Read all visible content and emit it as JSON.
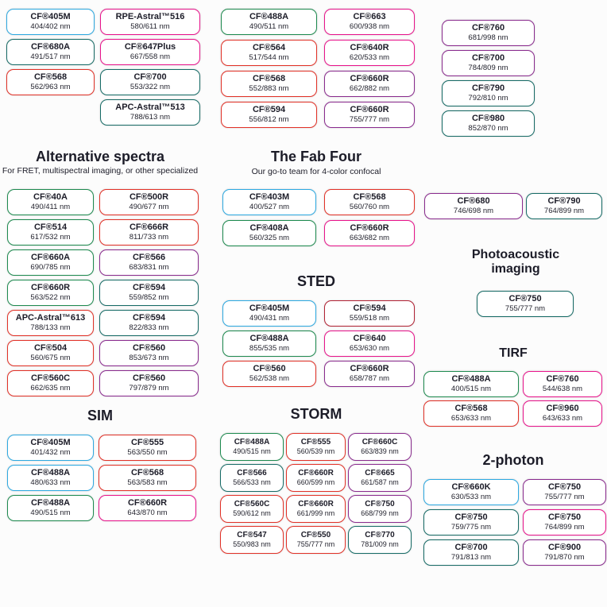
{
  "colors": {
    "blue": "#2da9e1",
    "green": "#1d8a4f",
    "teal": "#166b66",
    "red": "#e23127",
    "darkred": "#b22335",
    "magenta": "#e8138b",
    "purple": "#8a2b8e"
  },
  "top_left": {
    "col1": [
      {
        "name": "CF®405M",
        "value": "404/402 nm",
        "color": "blue"
      },
      {
        "name": "CF®680A",
        "value": "491/517 nm",
        "color": "teal"
      },
      {
        "name": "CF®568",
        "value": "562/963 nm",
        "color": "red"
      }
    ],
    "col2": [
      {
        "name": "RPE-Astral™516",
        "value": "580/611 nm",
        "color": "magenta"
      },
      {
        "name": "CF®647Plus",
        "value": "667/558 nm",
        "color": "magenta"
      },
      {
        "name": "CF®700",
        "value": "553/322 nm",
        "color": "teal"
      },
      {
        "name": "APC-Astral™513",
        "value": "788/613 nm",
        "color": "teal"
      }
    ]
  },
  "top_middle": {
    "col1": [
      {
        "name": "CF®488A",
        "value": "490/511 nm",
        "color": "green"
      },
      {
        "name": "CF®564",
        "value": "517/544 nm",
        "color": "red"
      },
      {
        "name": "CF®568",
        "value": "552/883 nm",
        "color": "red"
      },
      {
        "name": "CF®594",
        "value": "556/812 nm",
        "color": "red"
      }
    ],
    "col2": [
      {
        "name": "CF®663",
        "value": "600/938 nm",
        "color": "magenta"
      },
      {
        "name": "CF®640R",
        "value": "620/533 nm",
        "color": "magenta"
      },
      {
        "name": "CF®660R",
        "value": "662/882 nm",
        "color": "purple"
      },
      {
        "name": "CF®660R",
        "value": "755/777 nm",
        "color": "purple"
      }
    ]
  },
  "top_right": {
    "col": [
      {
        "name": "CF®760",
        "value": "681/998 nm",
        "color": "purple"
      },
      {
        "name": "CF®700",
        "value": "784/809 nm",
        "color": "purple"
      },
      {
        "name": "CF®790",
        "value": "792/810 nm",
        "color": "teal"
      },
      {
        "name": "CF®980",
        "value": "852/870 nm",
        "color": "teal"
      }
    ]
  },
  "alternative_spectra": {
    "title": "Alternative spectra",
    "subtitle": "For FRET, multispectral imaging, or other specialized",
    "col1": [
      {
        "name": "CF®40A",
        "value": "490/411 nm",
        "color": "green"
      },
      {
        "name": "CF®514",
        "value": "617/532 nm",
        "color": "green"
      },
      {
        "name": "CF®660A",
        "value": "690/785 nm",
        "color": "green"
      },
      {
        "name": "CF®660R",
        "value": "563/522 nm",
        "color": "green"
      },
      {
        "name": "APC-Astral™613",
        "value": "788/133 nm",
        "color": "red"
      },
      {
        "name": "CF®504",
        "value": "560/675 nm",
        "color": "red"
      },
      {
        "name": "CF®560C",
        "value": "662/635 nm",
        "color": "red"
      }
    ],
    "col2": [
      {
        "name": "CF®500R",
        "value": "490/677 nm",
        "color": "red"
      },
      {
        "name": "CF®666R",
        "value": "811/733 nm",
        "color": "red"
      },
      {
        "name": "CF®566",
        "value": "683/831 nm",
        "color": "purple"
      },
      {
        "name": "CF®594",
        "value": "559/852 nm",
        "color": "teal"
      },
      {
        "name": "CF®594",
        "value": "822/833 nm",
        "color": "teal"
      },
      {
        "name": "CF®560",
        "value": "853/673 nm",
        "color": "purple"
      },
      {
        "name": "CF®560",
        "value": "797/879 nm",
        "color": "purple"
      }
    ]
  },
  "fab_four": {
    "title": "The Fab Four",
    "subtitle": "Our go-to team for 4-color confocal",
    "col1": [
      {
        "name": "CF®403M",
        "value": "400/527 nm",
        "color": "blue"
      },
      {
        "name": "CF®408A",
        "value": "560/325 nm",
        "color": "green"
      }
    ],
    "col2": [
      {
        "name": "CF®568",
        "value": "560/760 nm",
        "color": "red"
      },
      {
        "name": "CF®660R",
        "value": "663/682 nm",
        "color": "magenta"
      }
    ]
  },
  "sted": {
    "title": "STED",
    "col1": [
      {
        "name": "CF®405M",
        "value": "490/431 nm",
        "color": "blue"
      },
      {
        "name": "CF®488A",
        "value": "855/535 nm",
        "color": "green"
      },
      {
        "name": "CF®560",
        "value": "562/538 nm",
        "color": "red"
      }
    ],
    "col2": [
      {
        "name": "CF®594",
        "value": "559/518 nm",
        "color": "darkred"
      },
      {
        "name": "CF®640",
        "value": "653/630 nm",
        "color": "magenta"
      },
      {
        "name": "CF®660R",
        "value": "658/787 nm",
        "color": "purple"
      }
    ]
  },
  "right_pair": {
    "col1": [
      {
        "name": "CF®680",
        "value": "746/698 nm",
        "color": "purple"
      }
    ],
    "col2": [
      {
        "name": "CF®790",
        "value": "764/899 nm",
        "color": "teal"
      }
    ]
  },
  "photoacoustic": {
    "title": "Photoacoustic imaging",
    "col": [
      {
        "name": "CF®750",
        "value": "755/777 nm",
        "color": "teal"
      }
    ]
  },
  "tirf": {
    "title": "TIRF",
    "col1": [
      {
        "name": "CF®488A",
        "value": "400/515 nm",
        "color": "green"
      },
      {
        "name": "CF®568",
        "value": "653/633 nm",
        "color": "red"
      }
    ],
    "col2": [
      {
        "name": "CF®760",
        "value": "544/638 nm",
        "color": "magenta"
      },
      {
        "name": "CF®960",
        "value": "643/633 nm",
        "color": "magenta"
      }
    ]
  },
  "sim": {
    "title": "SIM",
    "col1": [
      {
        "name": "CF®405M",
        "value": "401/432 nm",
        "color": "blue"
      },
      {
        "name": "CF®488A",
        "value": "480/633 nm",
        "color": "blue"
      },
      {
        "name": "CF®488A",
        "value": "490/515 nm",
        "color": "green"
      }
    ],
    "col2": [
      {
        "name": "CF®555",
        "value": "563/550 nm",
        "color": "red"
      },
      {
        "name": "CF®568",
        "value": "563/583 nm",
        "color": "red"
      },
      {
        "name": "CF®660R",
        "value": "643/870 nm",
        "color": "magenta"
      }
    ]
  },
  "storm": {
    "title": "STORM",
    "col1": [
      {
        "name": "CF®488A",
        "value": "490/515 nm",
        "color": "green"
      },
      {
        "name": "CF®566",
        "value": "566/533 nm",
        "color": "teal"
      },
      {
        "name": "CF®560C",
        "value": "590/612 nm",
        "color": "red"
      },
      {
        "name": "CF®547",
        "value": "550/983 nm",
        "color": "red"
      }
    ],
    "col2": [
      {
        "name": "CF®555",
        "value": "560/539 nm",
        "color": "red"
      },
      {
        "name": "CF®660R",
        "value": "660/599 nm",
        "color": "red"
      },
      {
        "name": "CF®660R",
        "value": "661/999 nm",
        "color": "red"
      },
      {
        "name": "CF®550",
        "value": "755/777 nm",
        "color": "red"
      }
    ],
    "col3": [
      {
        "name": "CF®660C",
        "value": "663/839 nm",
        "color": "purple"
      },
      {
        "name": "CF®665",
        "value": "661/587 nm",
        "color": "purple"
      },
      {
        "name": "CF®750",
        "value": "668/799 nm",
        "color": "purple"
      },
      {
        "name": "CF®770",
        "value": "781/009 nm",
        "color": "teal"
      }
    ]
  },
  "two_photon": {
    "title": "2-photon",
    "col1": [
      {
        "name": "CF®660K",
        "value": "630/533 nm",
        "color": "blue"
      },
      {
        "name": "CF®750",
        "value": "759/775 nm",
        "color": "teal"
      },
      {
        "name": "CF®700",
        "value": "791/813 nm",
        "color": "teal"
      }
    ],
    "col2": [
      {
        "name": "CF®750",
        "value": "755/777 nm",
        "color": "purple"
      },
      {
        "name": "CF®750",
        "value": "764/899 nm",
        "color": "magenta"
      },
      {
        "name": "CF®900",
        "value": "791/870 nm",
        "color": "purple"
      }
    ]
  }
}
